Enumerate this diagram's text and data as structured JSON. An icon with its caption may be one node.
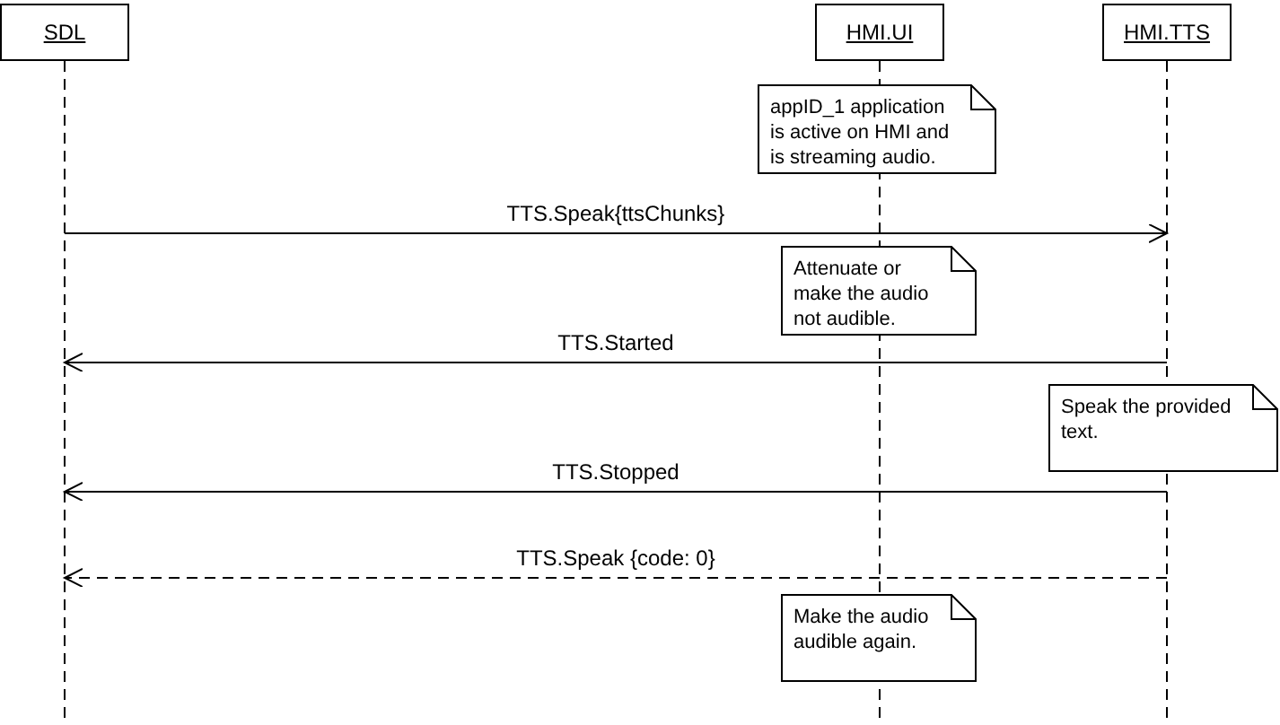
{
  "diagram": {
    "nodes": [
      {
        "text": [
          "SDL"
        ]
      },
      {
        "text": [
          "HMI.UI"
        ]
      },
      {
        "text": [
          "HMI.TTS"
        ]
      },
      {
        "text": [
          "appID_1 application is active on HMI and is streaming audio."
        ]
      },
      {
        "text": [
          "Attenuate or make the audio not audible."
        ]
      },
      {
        "text": [
          "Speak the provided text."
        ]
      },
      {
        "text": [
          "Make the audio audible again."
        ]
      }
    ],
    "edges": [
      {
        "from": 0,
        "to": 2,
        "arrow": "to",
        "label": "TTS.Speak{ttsChunks}"
      },
      {
        "from": 2,
        "to": 0,
        "arrow": "to",
        "label": "TTS.Started"
      },
      {
        "from": 2,
        "to": 0,
        "arrow": "to",
        "label": "TTS.Stopped"
      },
      {
        "from": 2,
        "to": 0,
        "arrow": "to",
        "label": "TTS.Speak {code: 0}",
        "style": "dashed"
      }
    ]
  }
}
